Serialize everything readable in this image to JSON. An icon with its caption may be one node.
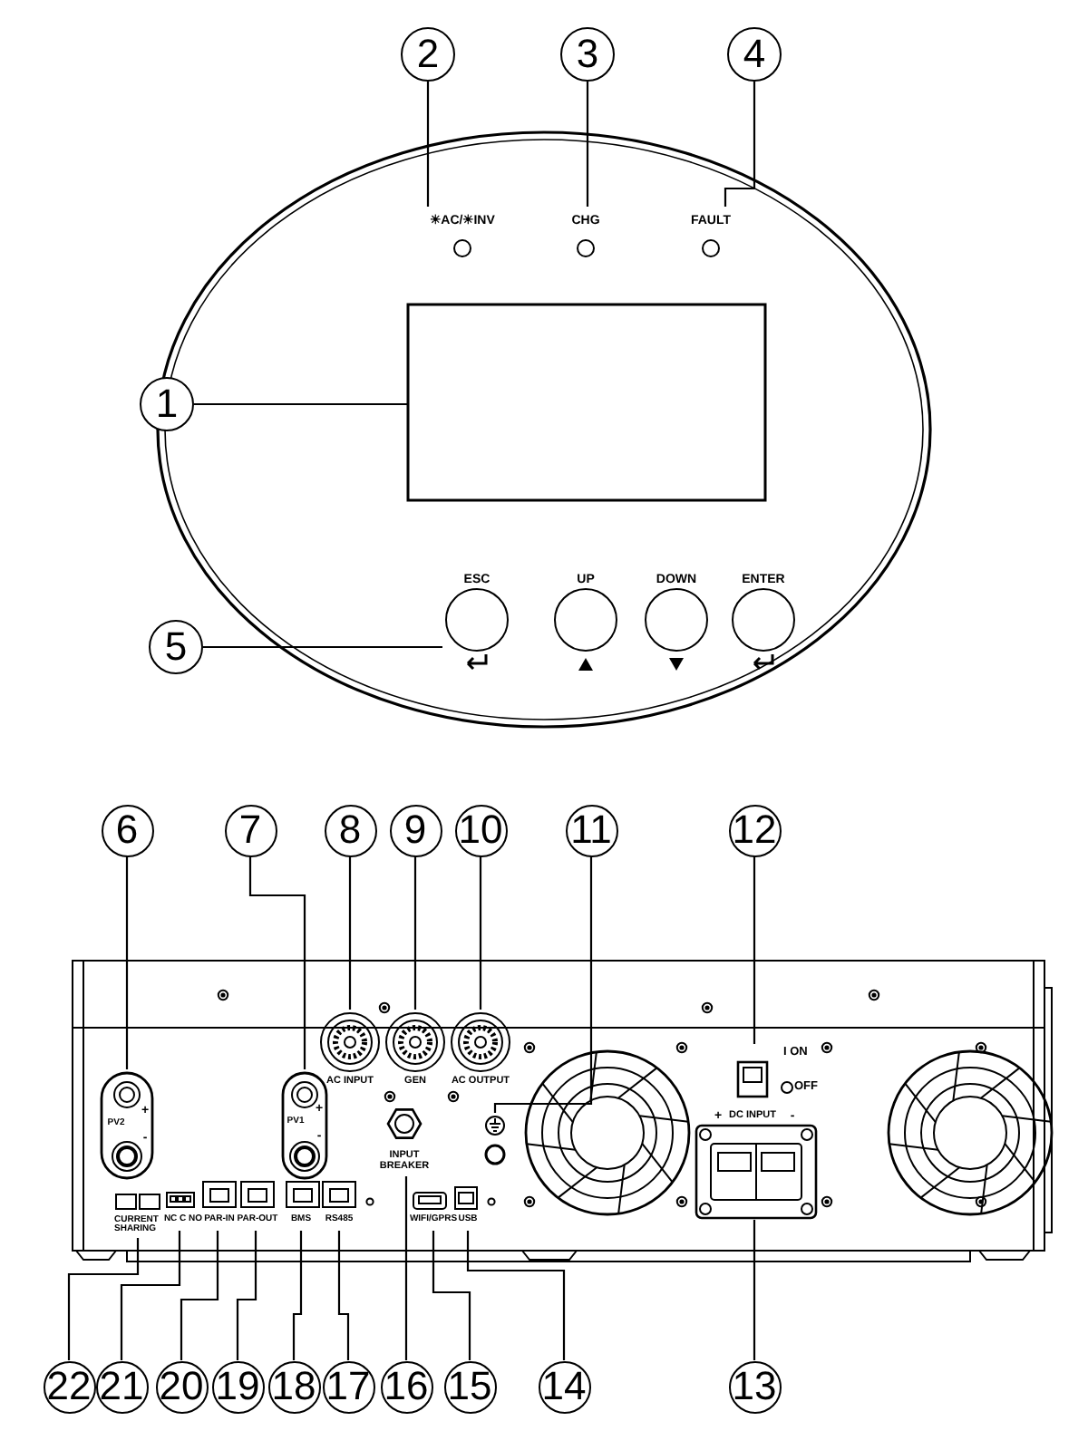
{
  "diagram": {
    "nodes": [
      {
        "text": [
          "1"
        ]
      },
      {
        "text": [
          "2"
        ]
      },
      {
        "text": [
          "3"
        ]
      },
      {
        "text": [
          "4"
        ]
      },
      {
        "text": [
          "5"
        ]
      },
      {
        "text": [
          "6"
        ]
      },
      {
        "text": [
          "7"
        ]
      },
      {
        "text": [
          "8"
        ]
      },
      {
        "text": [
          "9"
        ]
      },
      {
        "text": [
          "10"
        ]
      },
      {
        "text": [
          "11"
        ]
      },
      {
        "text": [
          "12"
        ]
      },
      {
        "text": [
          "13"
        ]
      },
      {
        "text": [
          "14"
        ]
      },
      {
        "text": [
          "15"
        ]
      },
      {
        "text": [
          "16"
        ]
      },
      {
        "text": [
          "17"
        ]
      },
      {
        "text": [
          "18"
        ]
      },
      {
        "text": [
          "19"
        ]
      },
      {
        "text": [
          "20"
        ]
      },
      {
        "text": [
          "21"
        ]
      },
      {
        "text": [
          "22"
        ]
      },
      {
        "text": [],
        "shape": "box"
      },
      {
        "text": [
          "☀AC/☀INV"
        ]
      },
      {
        "text": [
          "CHG"
        ]
      },
      {
        "text": [
          "FAULT"
        ]
      },
      {
        "text": [
          "ESC"
        ]
      },
      {
        "text": [
          "PV2",
          "+",
          "-"
        ]
      },
      {
        "text": [
          "PV1",
          "+",
          "-"
        ]
      },
      {
        "text": [
          "AC INPUT"
        ]
      },
      {
        "text": [
          "GEN"
        ]
      },
      {
        "text": [
          "AC OUTPUT"
        ]
      },
      {
        "text": [],
        "shape": "circle"
      },
      {
        "text": [
          "I ON",
          "OFF"
        ]
      },
      {
        "text": [
          "+",
          "DC INPUT",
          "-"
        ]
      },
      {
        "text": [
          "USB"
        ]
      },
      {
        "text": [
          "WIFI/GPRS"
        ]
      },
      {
        "text": [
          "INPUT BREAKER"
        ]
      },
      {
        "text": [
          "RS485"
        ]
      },
      {
        "text": [
          "BMS"
        ]
      },
      {
        "text": [
          "PAR-OUT"
        ]
      },
      {
        "text": [
          "PAR-IN"
        ]
      },
      {
        "text": [
          "NC C NO"
        ]
      },
      {
        "text": [
          "CURRENT SHARING"
        ]
      },
      {
        "text": [
          "UP"
        ]
      },
      {
        "text": [
          "DOWN"
        ]
      },
      {
        "text": [
          "ENTER"
        ]
      }
    ],
    "edges": [
      {
        "from": 0,
        "to": 22,
        "arrow": "none"
      },
      {
        "from": 1,
        "to": 23,
        "arrow": "none"
      },
      {
        "from": 2,
        "to": 24,
        "arrow": "none"
      },
      {
        "from": 3,
        "to": 25,
        "arrow": "none"
      },
      {
        "from": 4,
        "to": 26,
        "arrow": "none"
      },
      {
        "from": 5,
        "to": 27,
        "arrow": "none"
      },
      {
        "from": 6,
        "to": 28,
        "arrow": "none"
      },
      {
        "from": 7,
        "to": 29,
        "arrow": "none"
      },
      {
        "from": 8,
        "to": 30,
        "arrow": "none"
      },
      {
        "from": 9,
        "to": 31,
        "arrow": "none"
      },
      {
        "from": 10,
        "to": 32,
        "arrow": "none"
      },
      {
        "from": 11,
        "to": 33,
        "arrow": "none"
      },
      {
        "from": 12,
        "to": 34,
        "arrow": "none"
      },
      {
        "from": 13,
        "to": 35,
        "arrow": "none"
      },
      {
        "from": 14,
        "to": 36,
        "arrow": "none"
      },
      {
        "from": 15,
        "to": 37,
        "arrow": "none"
      },
      {
        "from": 16,
        "to": 38,
        "arrow": "none"
      },
      {
        "from": 17,
        "to": 39,
        "arrow": "none"
      },
      {
        "from": 18,
        "to": 40,
        "arrow": "none"
      },
      {
        "from": 19,
        "to": 41,
        "arrow": "none"
      },
      {
        "from": 20,
        "to": 42,
        "arrow": "none"
      },
      {
        "from": 21,
        "to": 43,
        "arrow": "none"
      }
    ]
  }
}
